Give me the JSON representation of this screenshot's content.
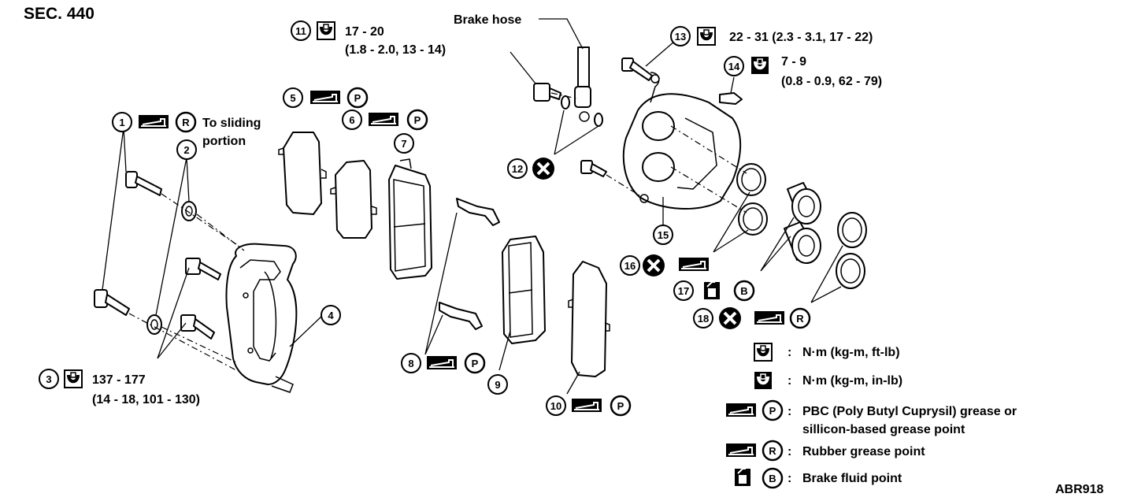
{
  "section": "SEC. 440",
  "figure_code": "ABR918",
  "brake_hose": "Brake hose",
  "callouts": {
    "c1": "1",
    "c2": "2",
    "c3": "3",
    "c4": "4",
    "c5": "5",
    "c6": "6",
    "c7": "7",
    "c8": "8",
    "c9": "9",
    "c10": "10",
    "c11": "11",
    "c12": "12",
    "c13": "13",
    "c14": "14",
    "c15": "15",
    "c16": "16",
    "c17": "17",
    "c18": "18"
  },
  "specs": {
    "t1_line1": "To sliding",
    "t1_line2": "portion",
    "t3_line1": "137 - 177",
    "t3_line2": "(14 - 18, 101 - 130)",
    "t11_line1": "17 - 20",
    "t11_line2": "(1.8 - 2.0, 13 - 14)",
    "t13_line1": "22 - 31 (2.3 - 3.1, 17 - 22)",
    "t14_line1": "7 - 9",
    "t14_line2": "(0.8 - 0.9, 62 - 79)"
  },
  "letters": {
    "R": "R",
    "P": "P",
    "B": "B"
  },
  "legend": {
    "sep": ":",
    "ftlb": "N·m (kg-m, ft-lb)",
    "inlb": "N·m (kg-m, in-lb)",
    "pbc_line1": "PBC (Poly Butyl Cuprysil) grease or",
    "pbc_line2": "sillicon-based grease point",
    "rubber": "Rubber grease point",
    "fluid": "Brake fluid point"
  }
}
